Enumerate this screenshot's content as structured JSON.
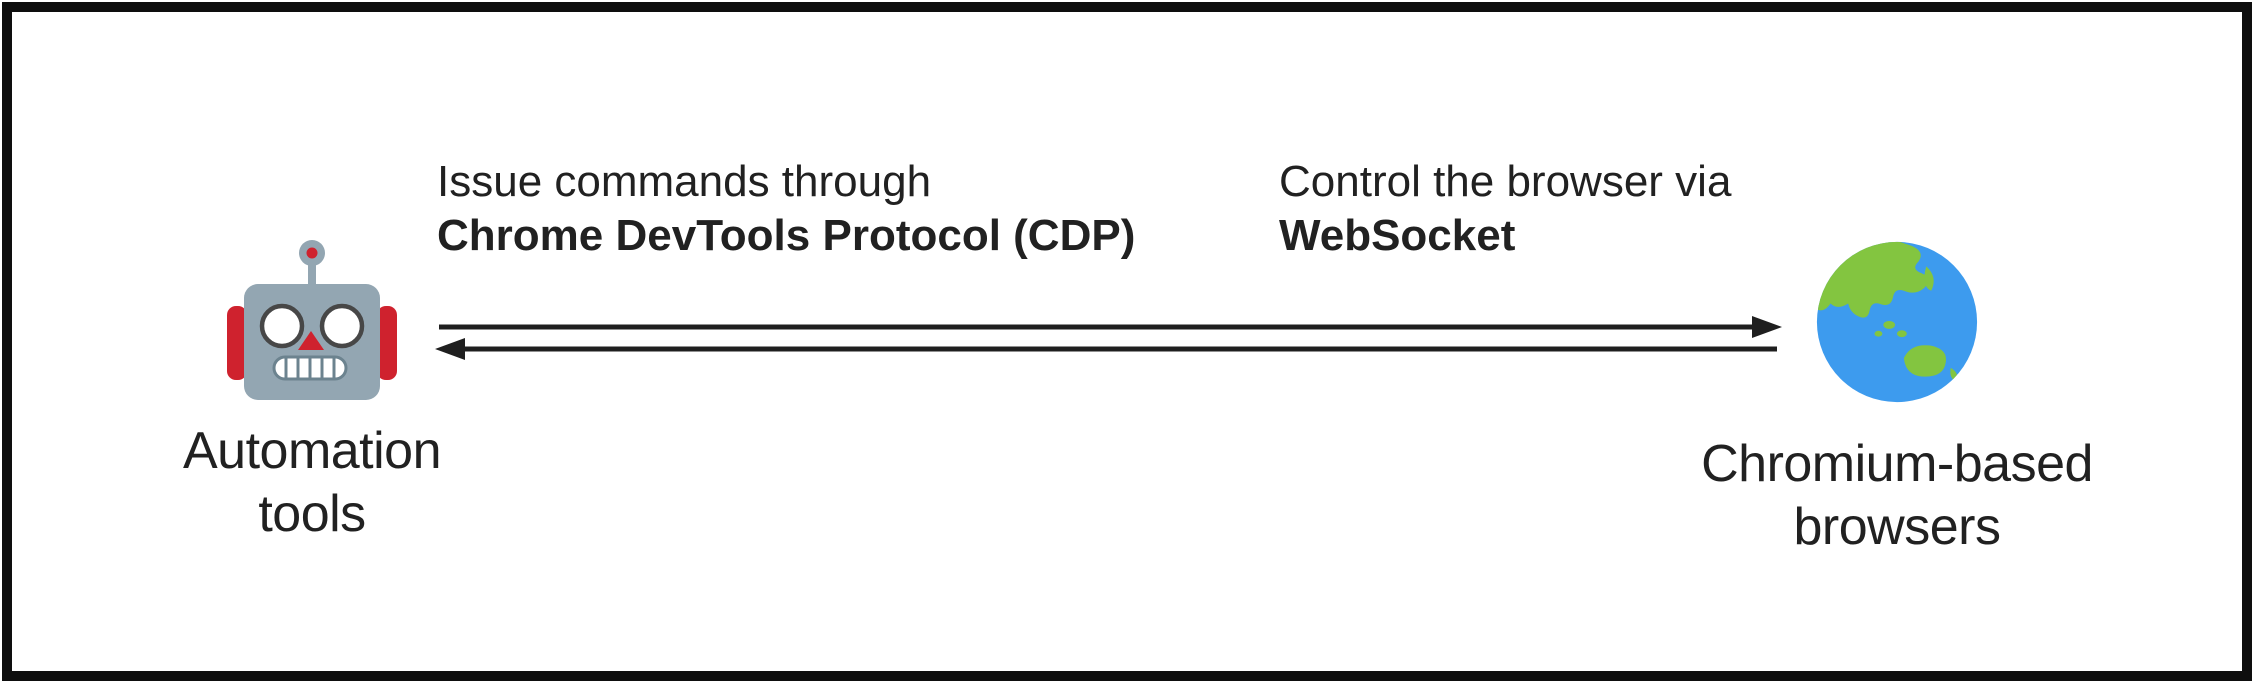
{
  "figure": {
    "type": "diagram",
    "background": "#ffffff",
    "border_color": "#0e0e0e"
  },
  "nodes": {
    "automation": {
      "icon": "robot-icon",
      "caption_line1": "Automation",
      "caption_line2": "tools"
    },
    "browsers": {
      "icon": "globe-asia-icon",
      "caption_line1": "Chromium-based",
      "caption_line2": "browsers"
    }
  },
  "labels": {
    "left": {
      "line1_regular": "Issue commands through",
      "line2_bold": "Chrome DevTools Protocol (CDP)"
    },
    "right": {
      "line1_regular": "Control the browser via",
      "line2_bold": "WebSocket"
    }
  },
  "arrows": {
    "top": {
      "direction": "left-to-right"
    },
    "bottom": {
      "direction": "right-to-left"
    }
  },
  "colors": {
    "text": "#212121",
    "arrow": "#1f1f1f",
    "robot_head": "#93a6b2",
    "robot_red": "#cf222e",
    "globe_ocean": "#3d9bee",
    "globe_land": "#83c540"
  }
}
